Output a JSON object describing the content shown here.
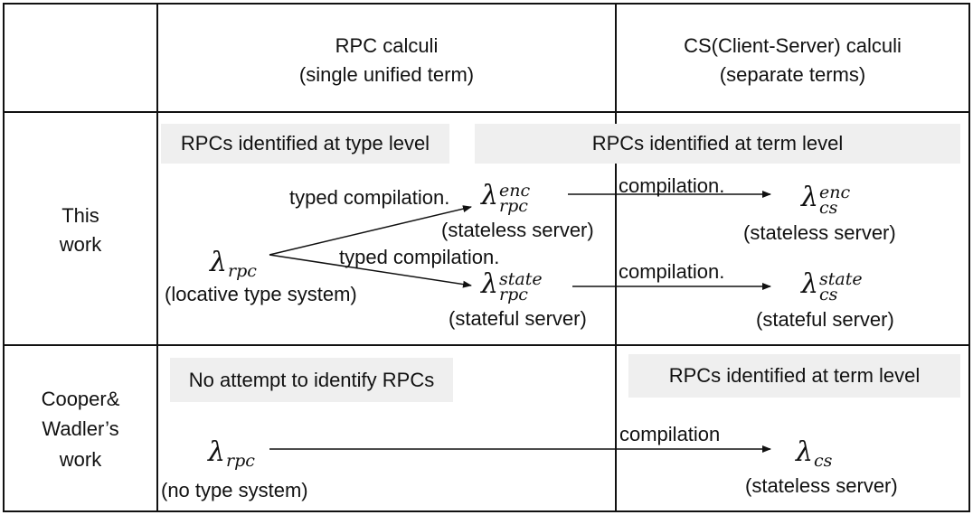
{
  "header": {
    "rpc_title": "RPC calculi",
    "rpc_subtitle": "(single unified term)",
    "cs_title": "CS(Client-Server) calculi",
    "cs_subtitle": "(separate terms)"
  },
  "rows": {
    "this_work": {
      "label_line1": "This",
      "label_line2": "work"
    },
    "cooper": {
      "label_line1": "Cooper&",
      "label_line2": "Wadler’s",
      "label_line3": "work"
    }
  },
  "this_work": {
    "band_type_level": "RPCs identified at type level",
    "band_term_level": "RPCs identified at term level",
    "source": {
      "symbol": "λ",
      "sub": "rpc",
      "caption": "(locative type system)"
    },
    "enc_rpc": {
      "symbol": "λ",
      "sup": "enc",
      "sub": "rpc",
      "caption": "(stateless server)"
    },
    "state_rpc": {
      "symbol": "λ",
      "sup": "state",
      "sub": "rpc",
      "caption": "(stateful server)"
    },
    "enc_cs": {
      "symbol": "λ",
      "sup": "enc",
      "sub": "cs",
      "caption": "(stateless server)"
    },
    "state_cs": {
      "symbol": "λ",
      "sup": "state",
      "sub": "cs",
      "caption": "(stateful server)"
    },
    "edge_typed_1": "typed compilation.",
    "edge_typed_2": "typed compilation.",
    "edge_comp_1": "compilation.",
    "edge_comp_2": "compilation."
  },
  "cooper_work": {
    "band_no_attempt": "No attempt to identify RPCs",
    "band_term_level": "RPCs identified at term level",
    "source": {
      "symbol": "λ",
      "sub": "rpc",
      "caption": "(no type system)"
    },
    "target": {
      "symbol": "λ",
      "sub": "cs",
      "caption": "(stateless server)"
    },
    "edge_comp": "compilation"
  }
}
